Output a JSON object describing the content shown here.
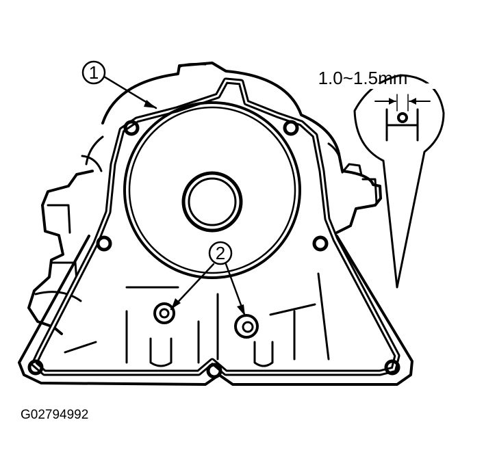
{
  "figure": {
    "figure_code": "G02794992",
    "callouts": [
      {
        "number": "1"
      },
      {
        "number": "2"
      }
    ],
    "dimension_label": "1.0~1.5mm",
    "ink_color": "#000000",
    "background_color": "#ffffff"
  }
}
